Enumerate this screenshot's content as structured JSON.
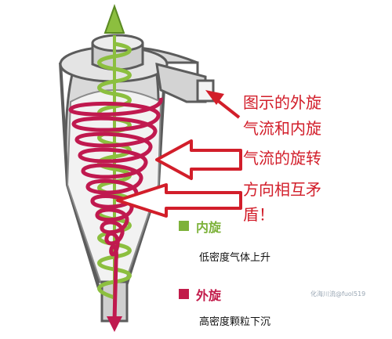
{
  "annotation": {
    "lines": [
      "图示的外旋",
      "气流和内旋",
      "气流的旋转",
      "方向相互矛",
      "盾！"
    ],
    "color": "#d21e2a"
  },
  "legend": {
    "inner": {
      "label": "内旋",
      "desc": "低密度气体上升",
      "color": "#7db23a"
    },
    "outer": {
      "label": "外旋",
      "desc": "高密度颗粒下沉",
      "color": "#c21b4a"
    }
  },
  "watermark": "化海川流@fuol519",
  "colors": {
    "body_fill": "#d9d9d9",
    "body_edge": "#5c5c5c",
    "body_shade": "#b8b8b8",
    "inner_spiral": "#8cbf3f",
    "outer_spiral": "#c0194f",
    "arrow_red": "#d21e2a"
  }
}
